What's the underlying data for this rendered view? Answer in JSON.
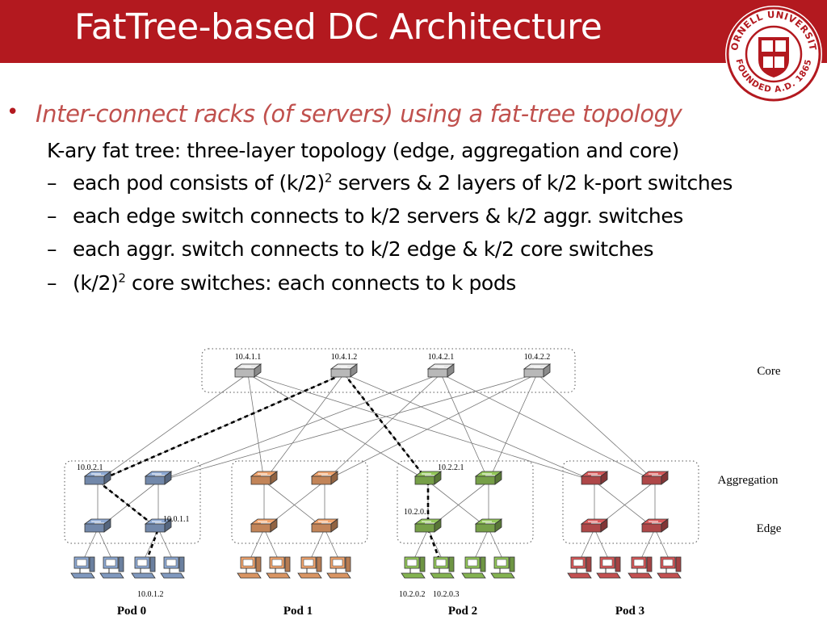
{
  "title": "FatTree-based DC Architecture",
  "logo": {
    "text": "CORNELL UNIVERSITY",
    "founded": "FOUNDED A.D. 1865",
    "color": "#b3191f"
  },
  "bullets": {
    "main": "Inter-connect racks (of servers) using a fat-tree topology",
    "sub": "K-ary fat tree: three-layer topology (edge, aggregation and core)",
    "items": [
      {
        "pre": "each pod consists of (k/2)",
        "sup": "2",
        "post": " servers & 2 layers of k/2 k-port switches"
      },
      {
        "pre": "each edge switch connects to k/2 servers & k/2 aggr. switches",
        "sup": "",
        "post": ""
      },
      {
        "pre": "each aggr. switch connects to k/2 edge & k/2 core switches",
        "sup": "",
        "post": ""
      },
      {
        "pre": "(k/2)",
        "sup": "2",
        "post": " core switches: each connects to k pods"
      }
    ]
  },
  "diagram": {
    "layers": [
      "Core",
      "Aggregation",
      "Edge"
    ],
    "core_labels": [
      "10.4.1.1",
      "10.4.1.2",
      "10.4.2.1",
      "10.4.2.2"
    ],
    "pods": [
      {
        "name": "Pod 0",
        "color": "#8eaad4"
      },
      {
        "name": "Pod 1",
        "color": "#f2a56e"
      },
      {
        "name": "Pod 2",
        "color": "#93c75a"
      },
      {
        "name": "Pod 3",
        "color": "#d9595a"
      }
    ],
    "core_color": "#e6e6e6",
    "address_labels": {
      "pod0_aggr": "10.0.2.1",
      "pod0_edge": "10.0.1.1",
      "pod0_host": "10.0.1.2",
      "pod2_aggr": "10.2.2.1",
      "pod2_edge": "10.2.0.1",
      "pod2_host_a": "10.2.0.2",
      "pod2_host_b": "10.2.0.3"
    }
  }
}
